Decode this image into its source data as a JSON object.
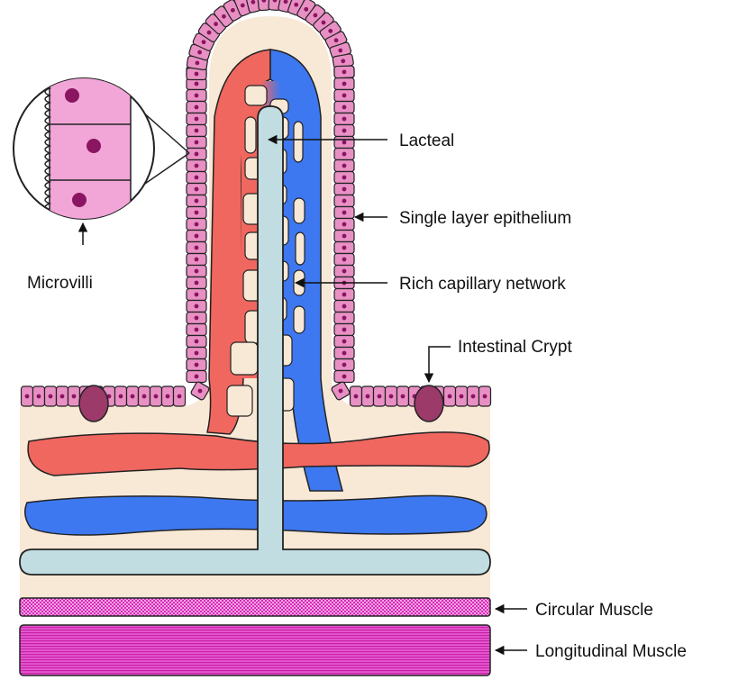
{
  "labels": {
    "lacteal": "Lacteal",
    "epithelium": "Single layer epithelium",
    "capillary": "Rich capillary network",
    "crypt": "Intestinal Crypt",
    "microvilli": "Microvilli",
    "circular": "Circular Muscle",
    "longitudinal": "Longitudinal Muscle"
  },
  "colors": {
    "tissue": "#f8e8d6",
    "cell": "#e890c4",
    "nucleus": "#8a1560",
    "crypt_cell": "#9c3a6a",
    "artery": "#f0675f",
    "vein": "#3d78f0",
    "lymph": "#c2dde2",
    "muscle": "#e040c0",
    "outline": "#222222"
  }
}
